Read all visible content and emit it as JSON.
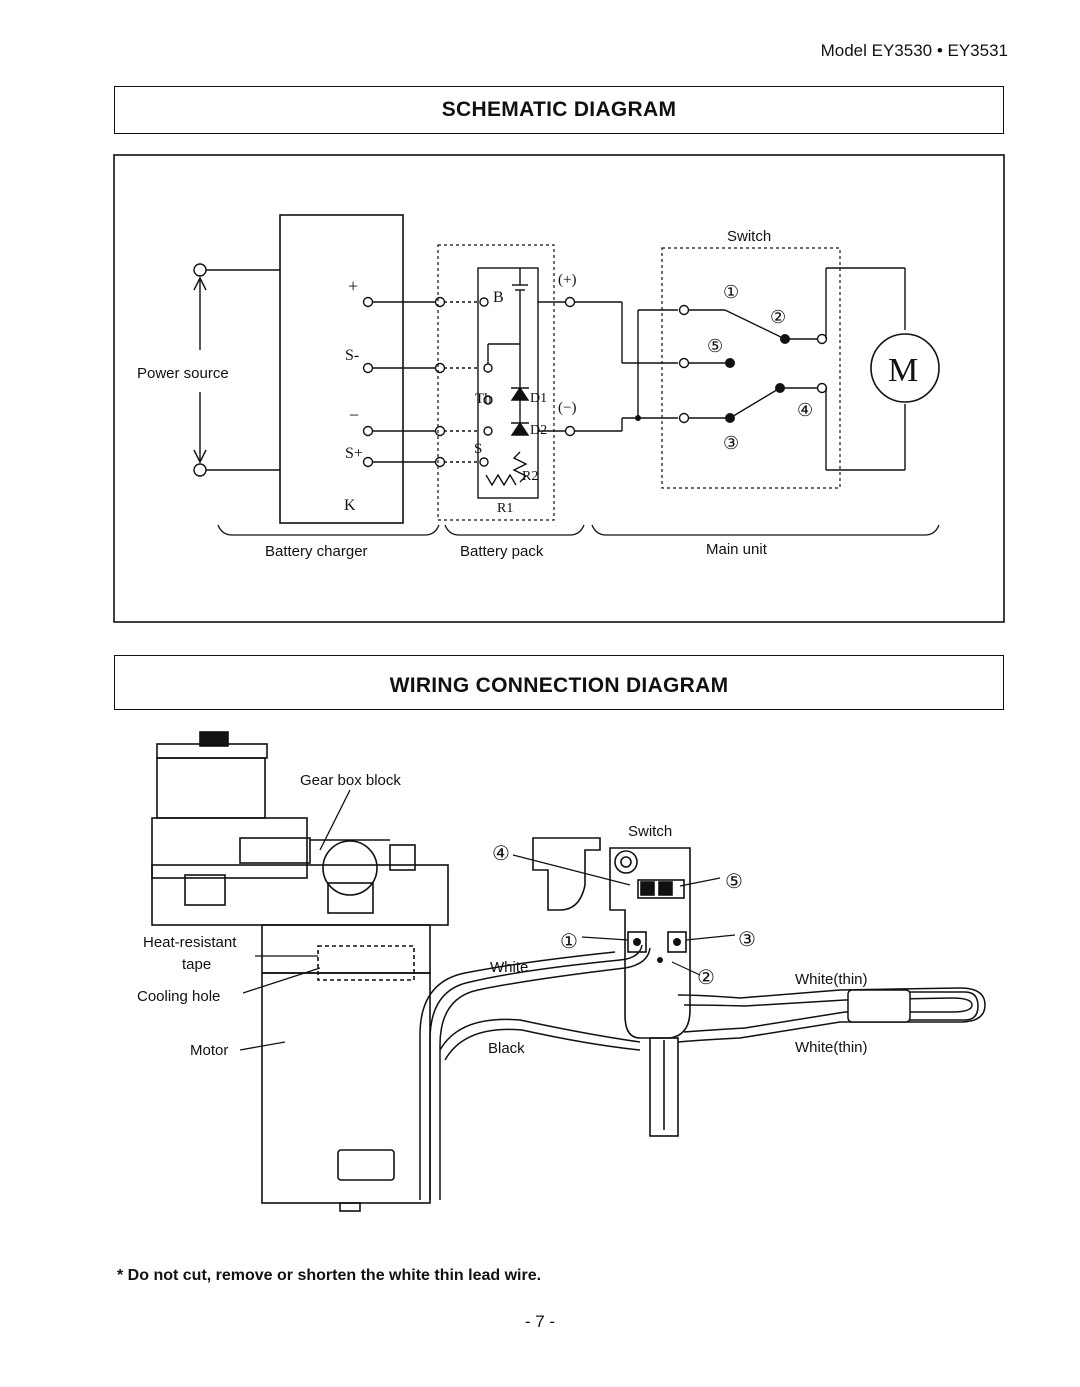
{
  "header": {
    "model": "Model EY3530 • EY3531"
  },
  "schematic": {
    "title": "SCHEMATIC DIAGRAM",
    "labels": {
      "power_source": "Power source",
      "switch": "Switch",
      "battery_charger": "Battery charger",
      "battery_pack": "Battery pack",
      "main_unit": "Main unit",
      "motor": "M",
      "charger_id": "K",
      "plus": "+",
      "s_minus": "S-",
      "minus": "−",
      "s_plus": "S+",
      "b": "B",
      "th": "Th",
      "s": "S",
      "d1": "D1",
      "d2": "D2",
      "r1": "R1",
      "r2": "R2",
      "pos": "(+)",
      "neg": "(−)",
      "n1": "①",
      "n2": "②",
      "n3": "③",
      "n4": "④",
      "n5": "⑤"
    }
  },
  "wiring": {
    "title": "WIRING CONNECTION DIAGRAM",
    "labels": {
      "gear_box": "Gear box block",
      "switch": "Switch",
      "heat_tape_1": "Heat-resistant",
      "heat_tape_2": "tape",
      "cooling_hole": "Cooling hole",
      "motor": "Motor",
      "white": "White",
      "black": "Black",
      "white_thin_1": "White(thin)",
      "white_thin_2": "White(thin)",
      "n1": "①",
      "n2": "②",
      "n3": "③",
      "n4": "④",
      "n5": "⑤"
    }
  },
  "footer": {
    "note": "* Do not cut, remove or shorten the white thin lead wire.",
    "page": "- 7 -"
  }
}
